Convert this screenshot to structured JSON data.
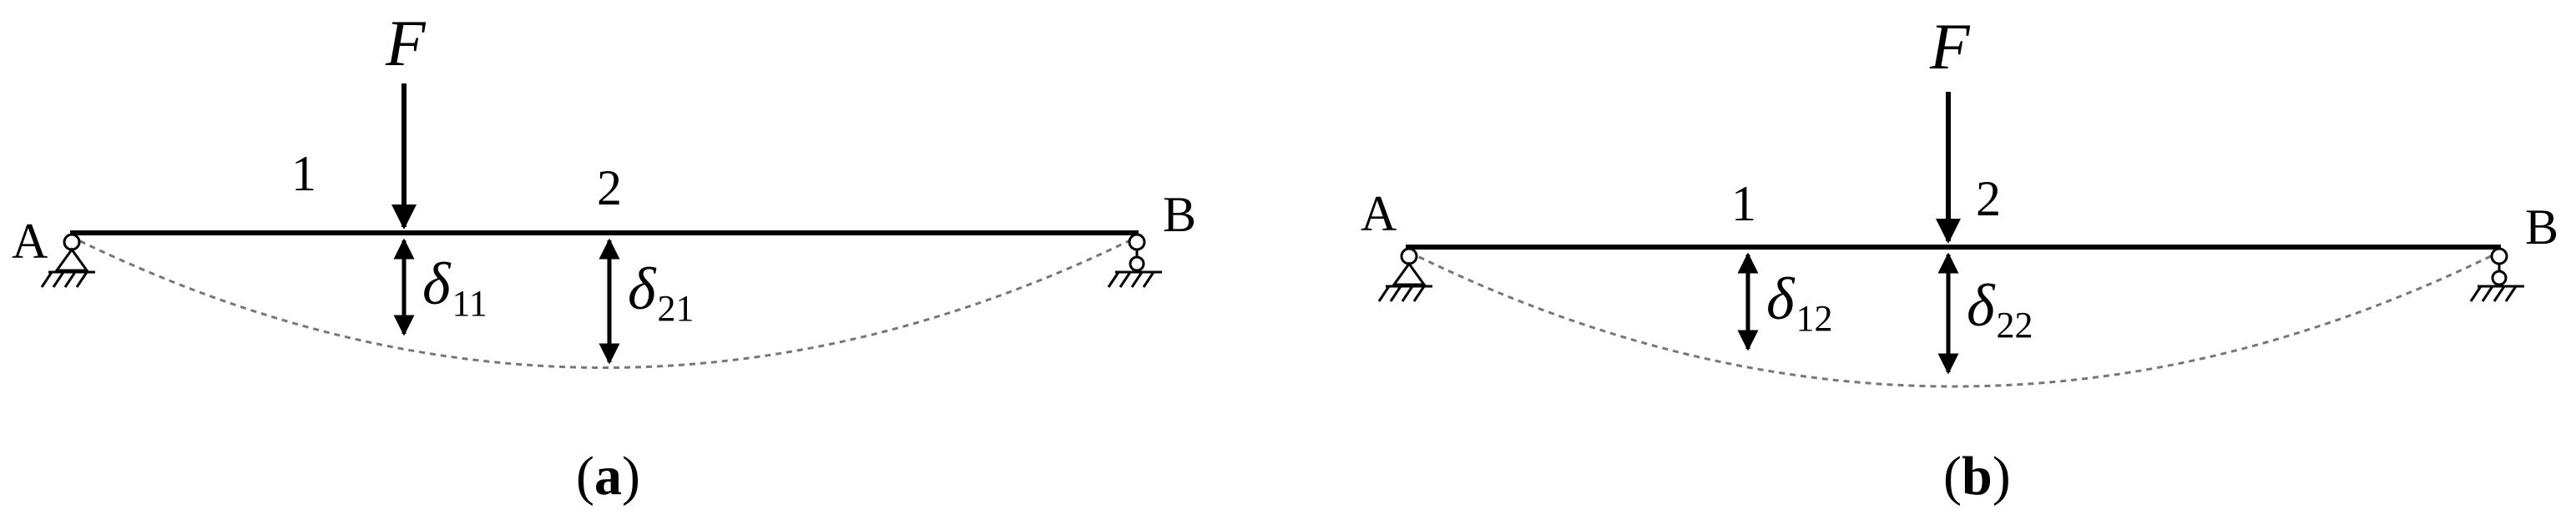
{
  "panel_a": {
    "force_label": "F",
    "point_1_label": "1",
    "point_2_label": "2",
    "end_a_label": "A",
    "end_b_label": "B",
    "delta_1_symbol": "δ",
    "delta_1_subscript": "11",
    "delta_2_symbol": "δ",
    "delta_2_subscript": "21",
    "caption_open": "(",
    "caption_letter": "a",
    "caption_close": ")"
  },
  "panel_b": {
    "force_label": "F",
    "point_1_label": "1",
    "point_2_label": "2",
    "end_a_label": "A",
    "end_b_label": "B",
    "delta_1_symbol": "δ",
    "delta_1_subscript": "12",
    "delta_2_symbol": "δ",
    "delta_2_subscript": "22",
    "caption_open": "(",
    "caption_letter": "b",
    "caption_close": ")"
  },
  "colors": {
    "ink": "#000000",
    "deflection_curve": "#777777"
  }
}
